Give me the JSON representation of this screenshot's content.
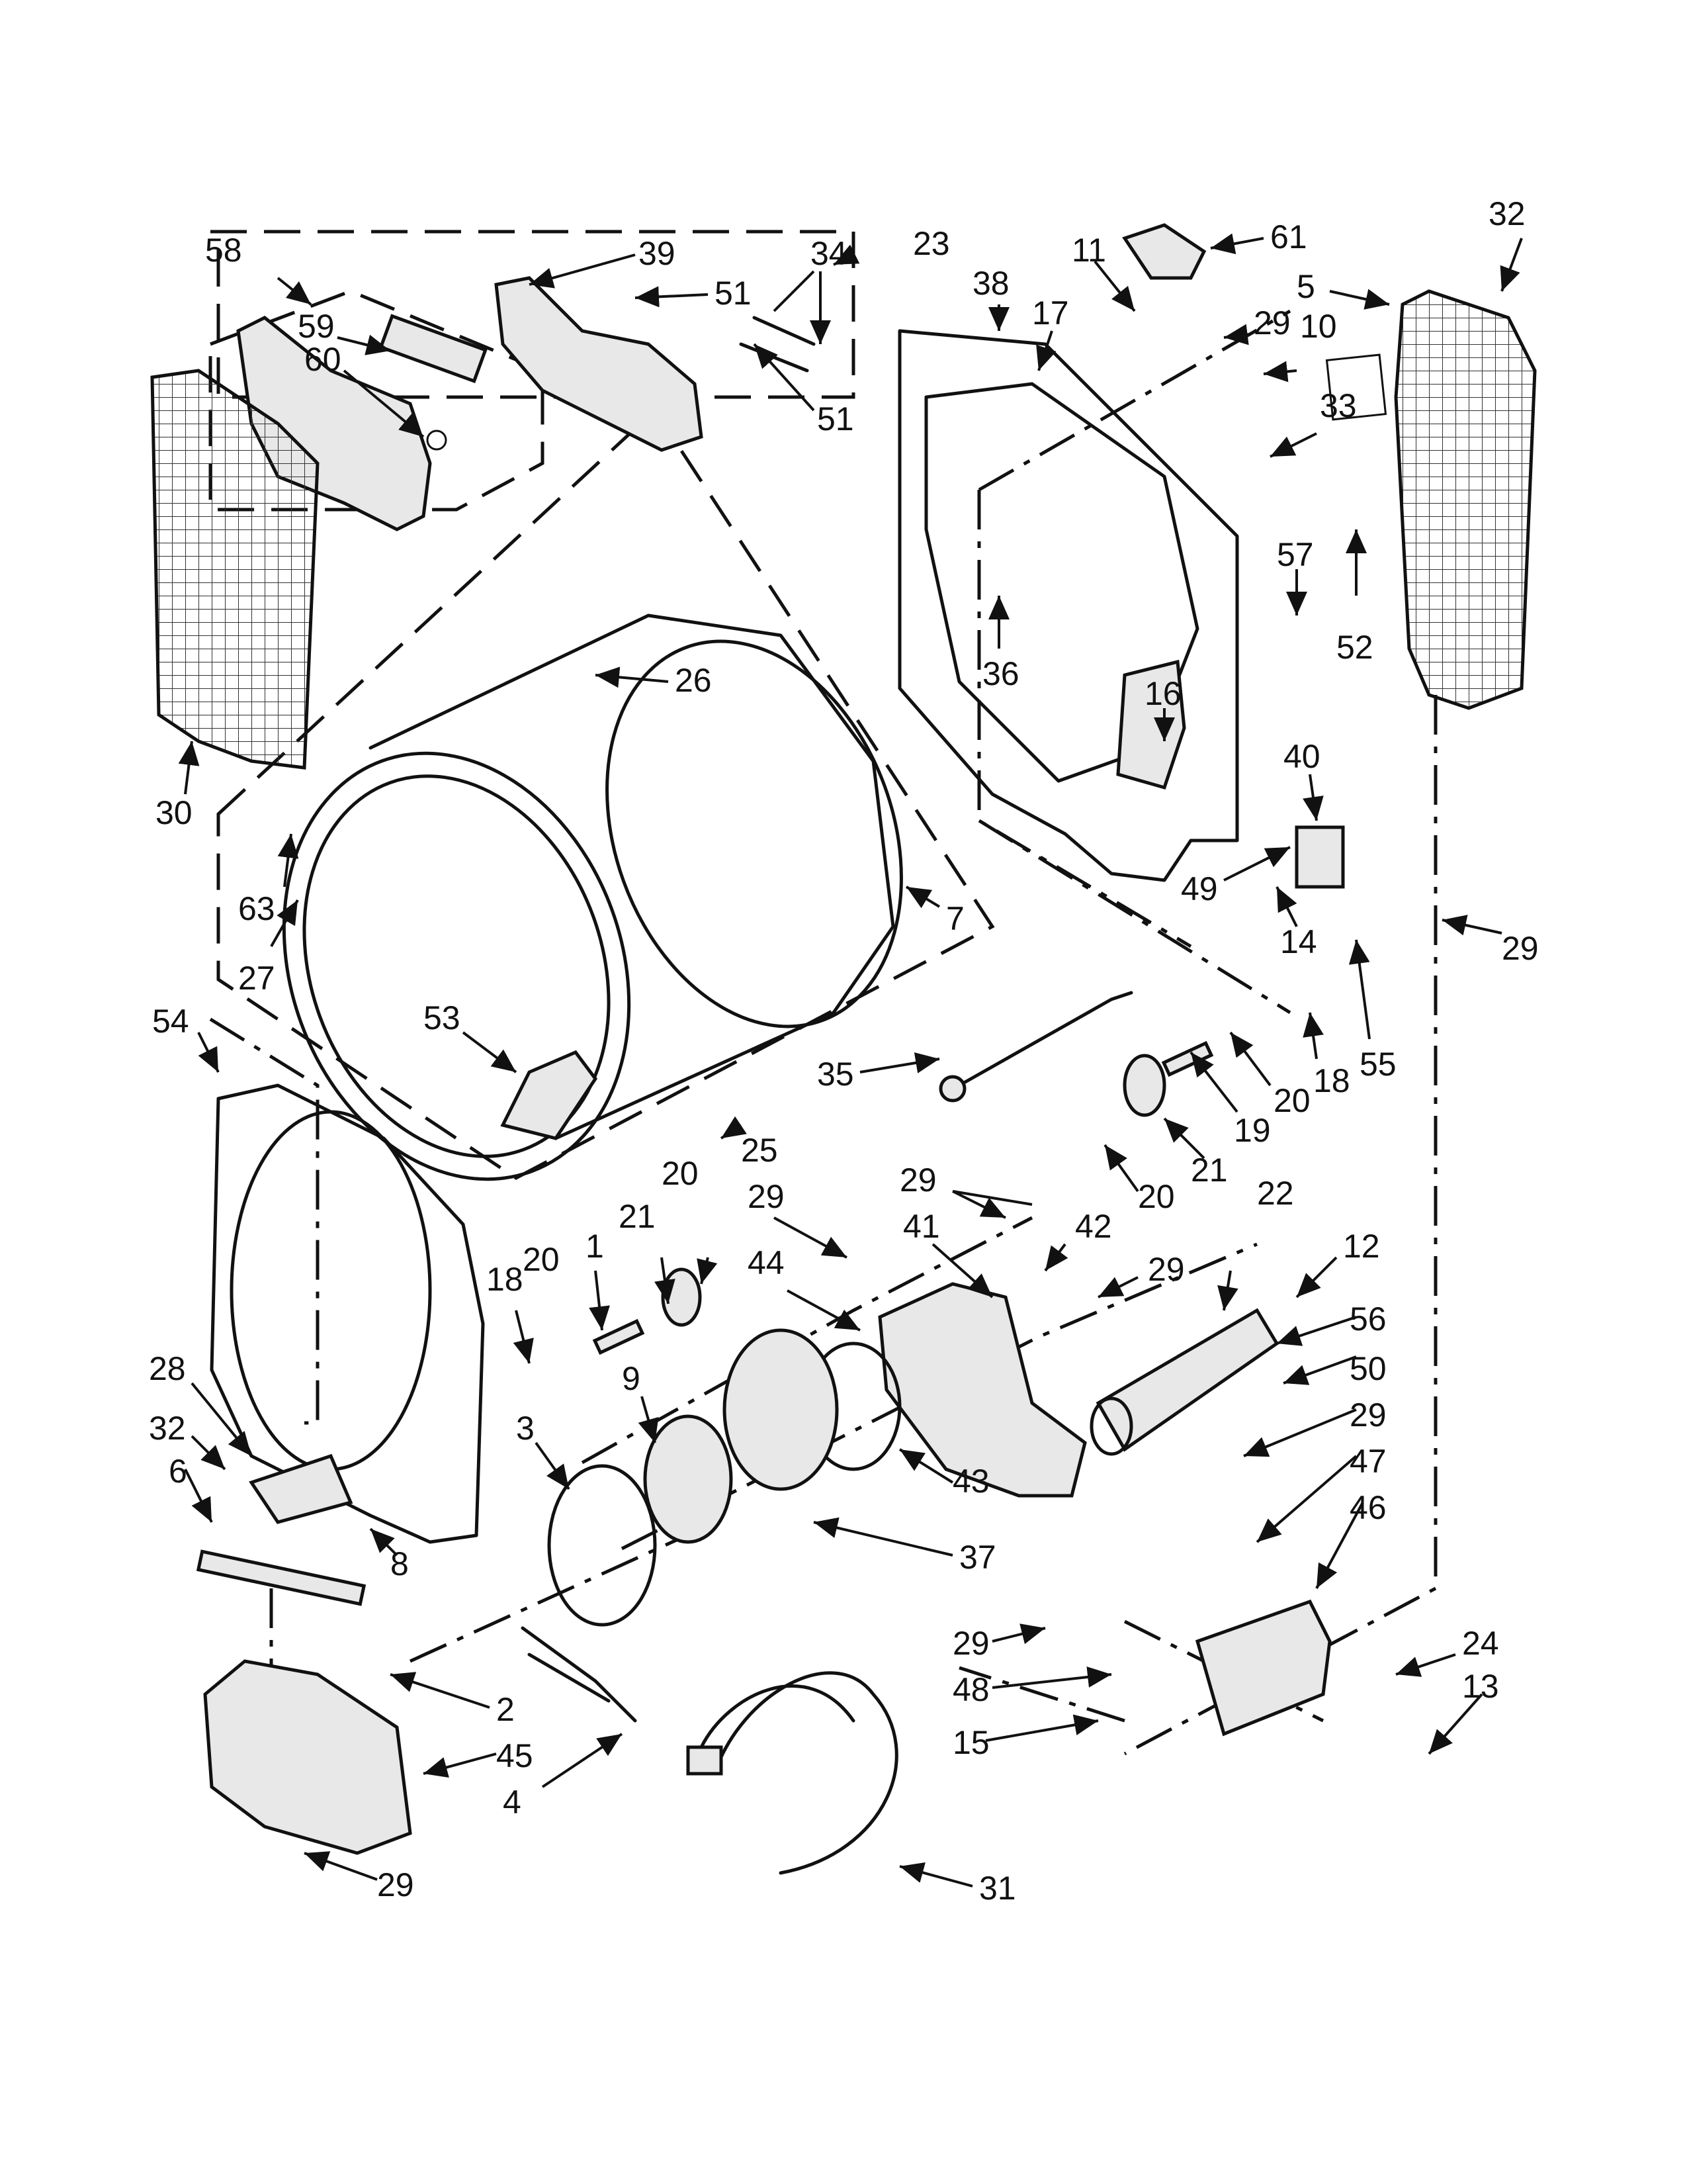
{
  "parts": [
    {
      "id": "p58",
      "label": "58"
    },
    {
      "id": "p39",
      "label": "39"
    },
    {
      "id": "p34",
      "label": "34"
    },
    {
      "id": "p23",
      "label": "23"
    },
    {
      "id": "p11",
      "label": "11"
    },
    {
      "id": "p61",
      "label": "61"
    },
    {
      "id": "p32a",
      "label": "32"
    },
    {
      "id": "p38",
      "label": "38"
    },
    {
      "id": "p17",
      "label": "17"
    },
    {
      "id": "p5",
      "label": "5"
    },
    {
      "id": "p51a",
      "label": "51"
    },
    {
      "id": "p59",
      "label": "59"
    },
    {
      "id": "p60",
      "label": "60"
    },
    {
      "id": "p51b",
      "label": "51"
    },
    {
      "id": "p29a",
      "label": "29"
    },
    {
      "id": "p10",
      "label": "10"
    },
    {
      "id": "p33",
      "label": "33"
    },
    {
      "id": "p57",
      "label": "57"
    },
    {
      "id": "p52",
      "label": "52"
    },
    {
      "id": "p26",
      "label": "26"
    },
    {
      "id": "p36",
      "label": "36"
    },
    {
      "id": "p16",
      "label": "16"
    },
    {
      "id": "p30",
      "label": "30"
    },
    {
      "id": "p40",
      "label": "40"
    },
    {
      "id": "p63",
      "label": "63"
    },
    {
      "id": "p49",
      "label": "49"
    },
    {
      "id": "p14",
      "label": "14"
    },
    {
      "id": "p7",
      "label": "7"
    },
    {
      "id": "p29b",
      "label": "29"
    },
    {
      "id": "p27",
      "label": "27"
    },
    {
      "id": "p54",
      "label": "54"
    },
    {
      "id": "p53",
      "label": "53"
    },
    {
      "id": "p55",
      "label": "55"
    },
    {
      "id": "p18a",
      "label": "18"
    },
    {
      "id": "p35",
      "label": "35"
    },
    {
      "id": "p20a",
      "label": "20"
    },
    {
      "id": "p19",
      "label": "19"
    },
    {
      "id": "p25",
      "label": "25"
    },
    {
      "id": "p20b",
      "label": "20"
    },
    {
      "id": "p21a",
      "label": "21"
    },
    {
      "id": "p29c",
      "label": "29"
    },
    {
      "id": "p20c",
      "label": "20"
    },
    {
      "id": "p29d",
      "label": "29"
    },
    {
      "id": "p22",
      "label": "22"
    },
    {
      "id": "p1",
      "label": "1"
    },
    {
      "id": "p21b",
      "label": "21"
    },
    {
      "id": "p20d",
      "label": "20"
    },
    {
      "id": "p41",
      "label": "41"
    },
    {
      "id": "p42",
      "label": "42"
    },
    {
      "id": "p12",
      "label": "12"
    },
    {
      "id": "p18b",
      "label": "18"
    },
    {
      "id": "p44",
      "label": "44"
    },
    {
      "id": "p29e",
      "label": "29"
    },
    {
      "id": "p56",
      "label": "56"
    },
    {
      "id": "p28",
      "label": "28"
    },
    {
      "id": "p9",
      "label": "9"
    },
    {
      "id": "p50",
      "label": "50"
    },
    {
      "id": "p32b",
      "label": "32"
    },
    {
      "id": "p29f",
      "label": "29"
    },
    {
      "id": "p3",
      "label": "3"
    },
    {
      "id": "p6",
      "label": "6"
    },
    {
      "id": "p47",
      "label": "47"
    },
    {
      "id": "p43",
      "label": "43"
    },
    {
      "id": "p46",
      "label": "46"
    },
    {
      "id": "p8",
      "label": "8"
    },
    {
      "id": "p37",
      "label": "37"
    },
    {
      "id": "p24",
      "label": "24"
    },
    {
      "id": "p29g",
      "label": "29"
    },
    {
      "id": "p13",
      "label": "13"
    },
    {
      "id": "p48",
      "label": "48"
    },
    {
      "id": "p2",
      "label": "2"
    },
    {
      "id": "p45",
      "label": "45"
    },
    {
      "id": "p15",
      "label": "15"
    },
    {
      "id": "p4",
      "label": "4"
    },
    {
      "id": "p31",
      "label": "31"
    },
    {
      "id": "p29h",
      "label": "29"
    }
  ]
}
